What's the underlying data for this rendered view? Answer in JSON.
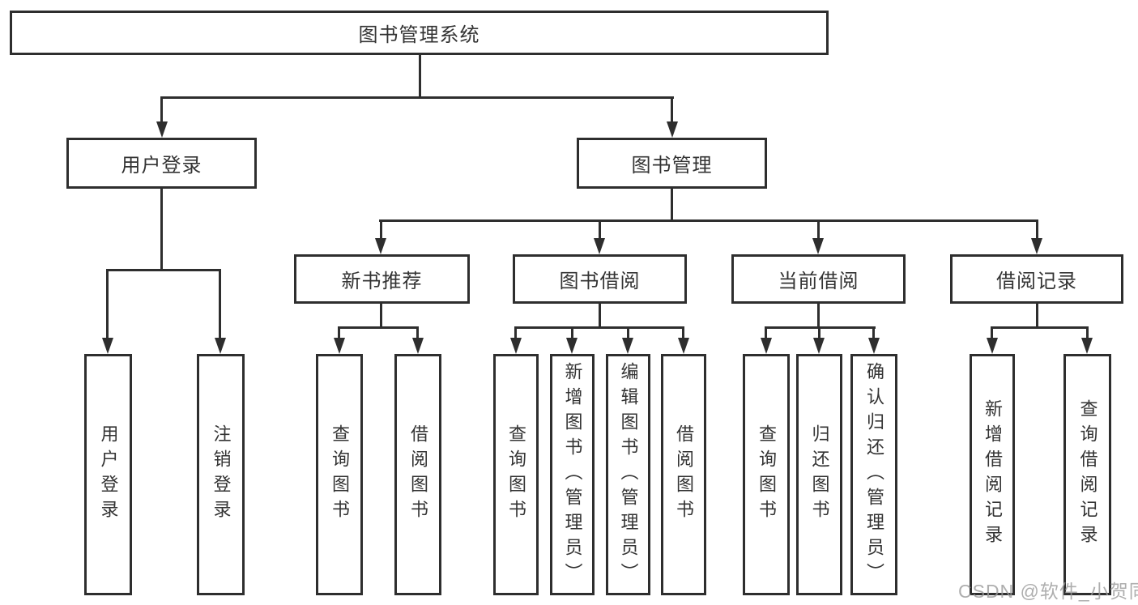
{
  "diagram": {
    "root": {
      "label": "图书管理系统"
    },
    "branches": {
      "user_login": {
        "label": "用户登录",
        "children": [
          {
            "label": "用户登录"
          },
          {
            "label": "注销登录"
          }
        ]
      },
      "book_mgmt": {
        "label": "图书管理",
        "sections": [
          {
            "label": "新书推荐",
            "children": [
              {
                "label": "查询图书"
              },
              {
                "label": "借阅图书"
              }
            ]
          },
          {
            "label": "图书借阅",
            "children": [
              {
                "label": "查询图书"
              },
              {
                "label": "新增图书（管理员）"
              },
              {
                "label": "编辑图书（管理员）"
              },
              {
                "label": "借阅图书"
              }
            ]
          },
          {
            "label": "当前借阅",
            "children": [
              {
                "label": "查询图书"
              },
              {
                "label": "归还图书"
              },
              {
                "label": "确认归还（管理员）"
              }
            ]
          },
          {
            "label": "借阅记录",
            "children": [
              {
                "label": "新增借阅记录"
              },
              {
                "label": "查询借阅记录"
              }
            ]
          }
        ]
      }
    },
    "watermark": "CSDN @软件_小贺同学",
    "colors": {
      "line": "#2e2e2e",
      "box_fill": "#ffffff",
      "text": "#333333",
      "watermark": "#9b9b9b"
    }
  }
}
